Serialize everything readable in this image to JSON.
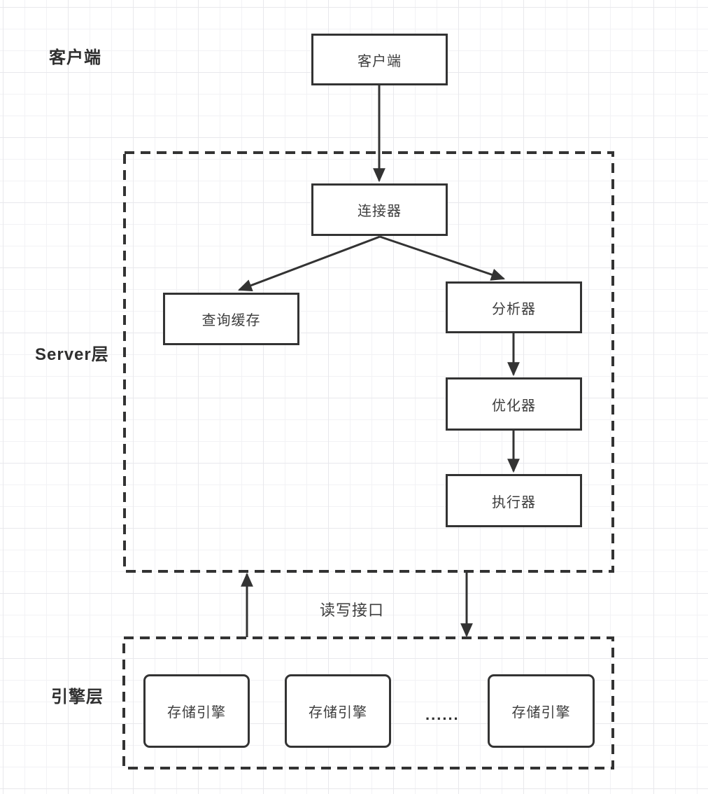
{
  "colors": {
    "line": "#333333",
    "text": "#3d3d3d",
    "label_text": "#2f2f2f",
    "bg": "#ffffff",
    "grid_minor": "#f2f2f5",
    "grid_major": "#e8e8ec"
  },
  "layer_labels": {
    "client": "客户端",
    "server": "Server层",
    "engine": "引擎层"
  },
  "nodes": {
    "client": "客户端",
    "connector": "连接器",
    "query_cache": "查询缓存",
    "analyzer": "分析器",
    "optimizer": "优化器",
    "executor": "执行器",
    "storage_engine_1": "存储引擎",
    "storage_engine_2": "存储引擎",
    "storage_engine_3": "存储引擎"
  },
  "annotations": {
    "rw_interface": "读写接口",
    "ellipsis": "......"
  }
}
